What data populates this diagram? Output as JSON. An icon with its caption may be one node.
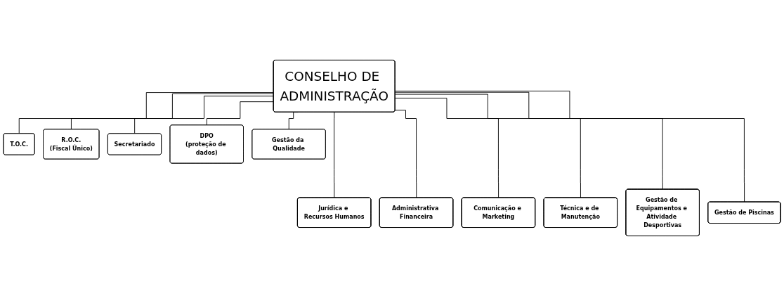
{
  "diagram": {
    "nodes": [
      {
        "text": [
          "CONSELHO DE ADMINISTRAÇÃO"
        ]
      },
      {
        "text": [
          "T.O.C."
        ]
      },
      {
        "text": [
          "R.O.C.",
          "(Fiscal Único)"
        ]
      },
      {
        "text": [
          "Secretariado"
        ]
      },
      {
        "text": [
          "DPO",
          "(proteção de dados)"
        ]
      },
      {
        "text": [
          "Gestão da Qualidade"
        ]
      },
      {
        "text": [
          "Jurídica e Recursos Humanos"
        ]
      },
      {
        "text": [
          "Administrativa Financeira"
        ]
      },
      {
        "text": [
          "Comunicação e Marketing"
        ]
      },
      {
        "text": [
          "Técnica e de Manutenção"
        ]
      },
      {
        "text": [
          "Gestão de Equipamentos e Atividade Desportivas"
        ]
      },
      {
        "text": [
          "Gestão de Piscinas"
        ]
      }
    ],
    "edges": [
      {
        "from": 0,
        "to": 1,
        "arrow": "none"
      },
      {
        "from": 0,
        "to": 2,
        "arrow": "none"
      },
      {
        "from": 0,
        "to": 3,
        "arrow": "none"
      },
      {
        "from": 0,
        "to": 4,
        "arrow": "none"
      },
      {
        "from": 0,
        "to": 5,
        "arrow": "none"
      },
      {
        "from": 0,
        "to": 6,
        "arrow": "none"
      },
      {
        "from": 0,
        "to": 7,
        "arrow": "none"
      },
      {
        "from": 0,
        "to": 8,
        "arrow": "none"
      },
      {
        "from": 0,
        "to": 9,
        "arrow": "none"
      },
      {
        "from": 0,
        "to": 10,
        "arrow": "none"
      },
      {
        "from": 0,
        "to": 11,
        "arrow": "none"
      }
    ]
  }
}
